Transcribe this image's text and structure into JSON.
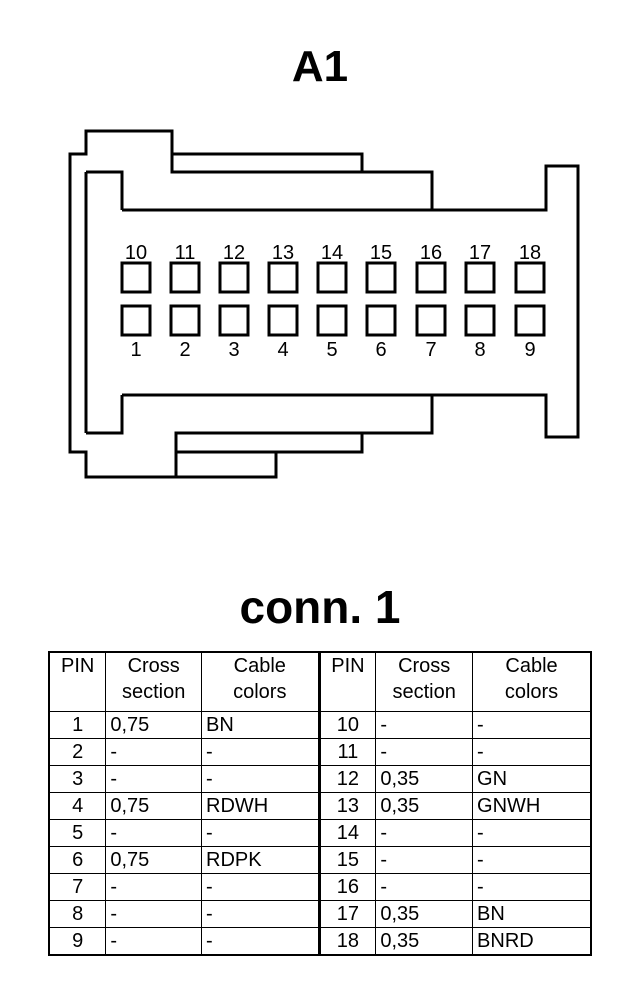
{
  "diagram": {
    "title": "A1",
    "pins_top": [
      "10",
      "11",
      "12",
      "13",
      "14",
      "15",
      "16",
      "17",
      "18"
    ],
    "pins_bottom": [
      "1",
      "2",
      "3",
      "4",
      "5",
      "6",
      "7",
      "8",
      "9"
    ]
  },
  "table": {
    "title": "conn. 1",
    "headers": [
      "PIN",
      "Cross section",
      "Cable colors",
      "PIN",
      "Cross section",
      "Cable colors"
    ],
    "rows": [
      [
        "1",
        "0,75",
        "BN",
        "10",
        "-",
        "-"
      ],
      [
        "2",
        "-",
        "-",
        "11",
        "-",
        "-"
      ],
      [
        "3",
        "-",
        "-",
        "12",
        "0,35",
        "GN"
      ],
      [
        "4",
        "0,75",
        "RDWH",
        "13",
        "0,35",
        "GNWH"
      ],
      [
        "5",
        "-",
        "-",
        "14",
        "-",
        "-"
      ],
      [
        "6",
        "0,75",
        "RDPK",
        "15",
        "-",
        "-"
      ],
      [
        "7",
        "-",
        "-",
        "16",
        "-",
        "-"
      ],
      [
        "8",
        "-",
        "-",
        "17",
        "0,35",
        "BN"
      ],
      [
        "9",
        "-",
        "-",
        "18",
        "0,35",
        "BNRD"
      ]
    ]
  }
}
